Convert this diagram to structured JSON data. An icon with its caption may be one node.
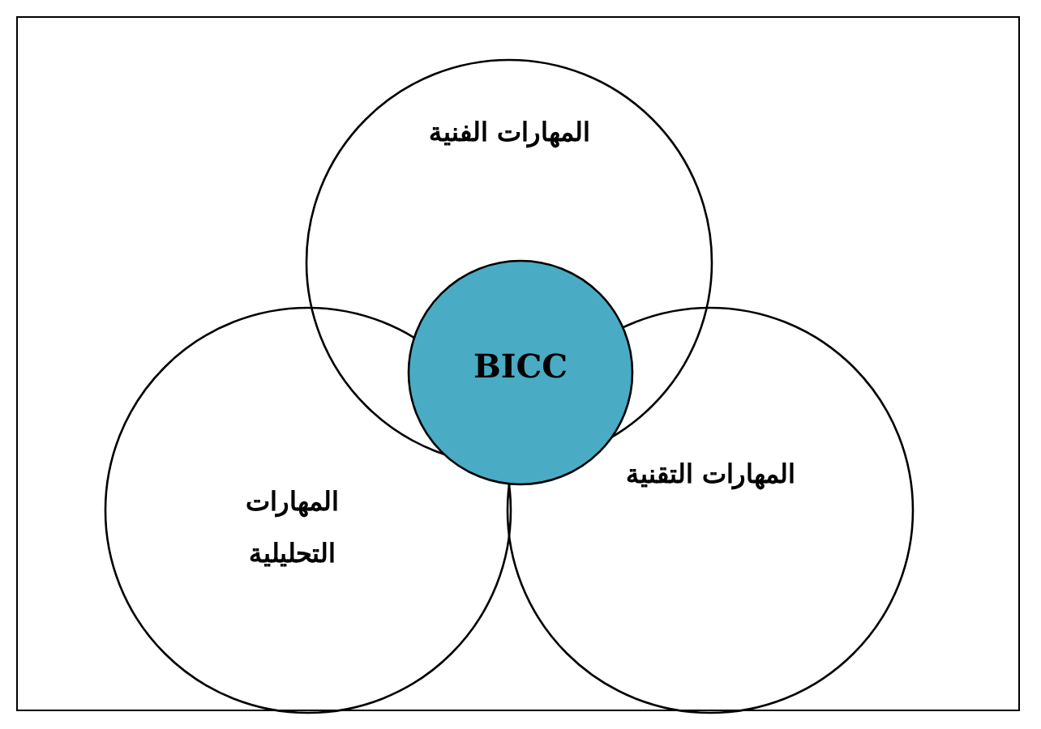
{
  "diagram": {
    "nodes": [
      {
        "text": [
          "المهارات الفنية"
        ]
      },
      {
        "text": [
          "المهارات التحليلية"
        ]
      },
      {
        "text": [
          "المهارات التقنية"
        ]
      },
      {
        "text": [
          "BICC"
        ]
      }
    ],
    "edges": []
  }
}
